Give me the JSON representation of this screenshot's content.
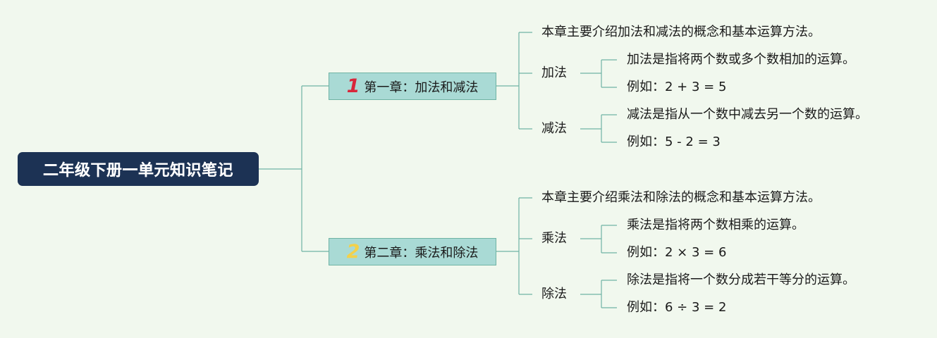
{
  "root": {
    "title": "二年级下册一单元知识笔记"
  },
  "chapters": [
    {
      "number": "1",
      "number_color": "#d8263a",
      "title": "第一章：加法和减法",
      "intro": "本章主要介绍加法和减法的概念和基本运算方法。",
      "topics": [
        {
          "name": "加法",
          "definition": "加法是指将两个数或多个数相加的运算。",
          "example": "例如：2 + 3 = 5"
        },
        {
          "name": "减法",
          "definition": "减法是指从一个数中减去另一个数的运算。",
          "example": "例如：5 - 2 = 3"
        }
      ]
    },
    {
      "number": "2",
      "number_color": "#f3d14a",
      "title": "第二章：乘法和除法",
      "intro": "本章主要介绍乘法和除法的概念和基本运算方法。",
      "topics": [
        {
          "name": "乘法",
          "definition": "乘法是指将两个数相乘的运算。",
          "example": "例如：2 × 3 = 6"
        },
        {
          "name": "除法",
          "definition": "除法是指将一个数分成若干等分的运算。",
          "example": "例如：6 ÷ 3 = 2"
        }
      ]
    }
  ],
  "colors": {
    "root_bg": "#1c3254",
    "chapter_bg": "#a9dad5",
    "connector": "#6fb3a4",
    "background": "#f1f8ee"
  }
}
